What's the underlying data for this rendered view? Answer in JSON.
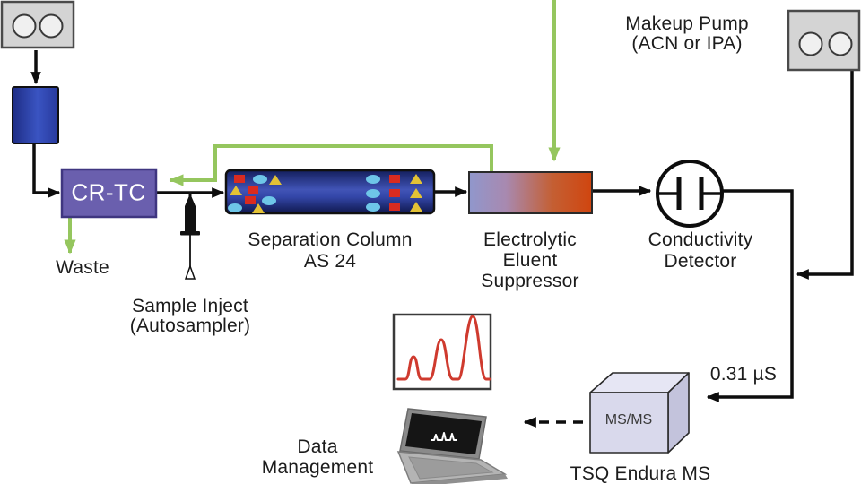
{
  "figure": {
    "kind": "ion-chromatography–mass-spectrometry flow diagram"
  },
  "labels": {
    "crtc": "CR-TC",
    "waste": "Waste",
    "sample_inject_1": "Sample Inject",
    "sample_inject_2": "(Autosampler)",
    "column_1": "Separation Column",
    "column_2": "AS 24",
    "suppressor_1": "Electrolytic",
    "suppressor_2": "Eluent",
    "suppressor_3": "Suppressor",
    "detector_1": "Conductivity",
    "detector_2": "Detector",
    "makeup_pump_1": "Makeup Pump",
    "makeup_pump_2": "(ACN or IPA)",
    "conductance": "0.31 µS",
    "ms_cube": "MS/MS",
    "ms_name": "TSQ Endura MS",
    "data_mgmt_1": "Data",
    "data_mgmt_2": "Management"
  },
  "icons": {
    "eluent_pump": "dual-piston-pump-icon",
    "makeup_pump": "dual-piston-pump-icon",
    "eluent_reservoir": "blue-cartridge-icon",
    "sample_syringe": "syringe-icon",
    "separation_column": "packed-column-icon",
    "conductivity_cell": "conductivity-cell-icon",
    "chromatogram_inset": "chromatogram-icon",
    "ms_cube": "3d-cube-icon",
    "laptop": "laptop-icon"
  },
  "colors": {
    "flow_line": "#0d0d0d",
    "regen_line_green": "#95c65e",
    "crtc_fill": "#6a5fae",
    "column_blue": "#3346a8",
    "suppressor_left": "#9097cc",
    "suppressor_right": "#d0450f",
    "trace_red": "#cf3a2e",
    "cube_fill": "#d9d9ec",
    "pump_fill": "#d4d4d4",
    "analyte_red": "#d92b20",
    "analyte_cyan": "#6ec6e8",
    "analyte_yellow": "#e3c235"
  },
  "chromatogram_inset": {
    "trend": "three peaks increasing in height",
    "peaks_relative_heights": [
      26,
      44,
      72
    ]
  }
}
